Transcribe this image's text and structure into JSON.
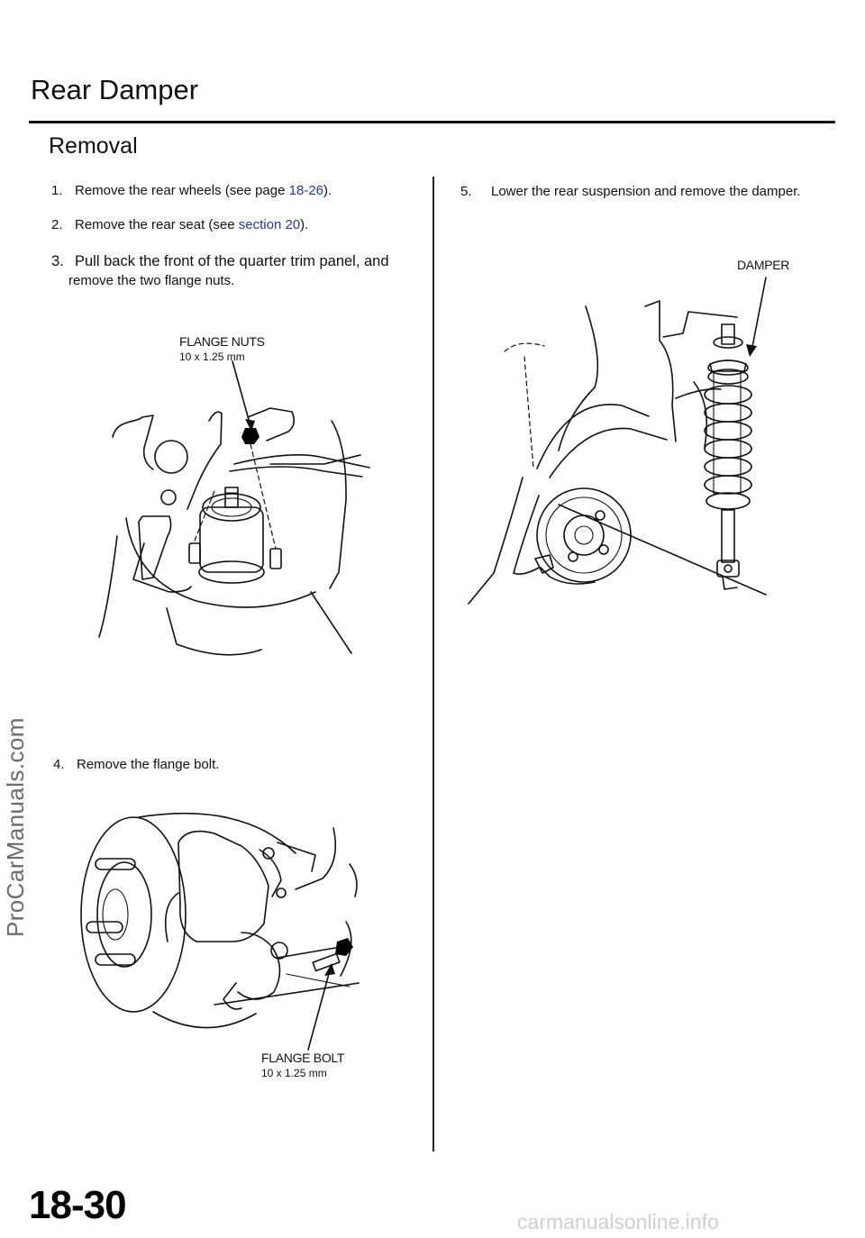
{
  "header": {
    "title": "Rear Damper",
    "subtitle": "Removal"
  },
  "steps": [
    {
      "num": "1.",
      "before": "Remove the rear wheels (see page ",
      "link": "18-26",
      "after": ")."
    },
    {
      "num": "2.",
      "before": "Remove the rear seat (see ",
      "link": "section 20",
      "after": ")."
    },
    {
      "num": "3.",
      "line1": "Pull back the front of the quarter trim panel, and",
      "line2": "remove the two flange nuts."
    },
    {
      "num": "4.",
      "text": "Remove the flange bolt."
    },
    {
      "num": "5.",
      "text": "Lower the rear suspension and remove the damper."
    }
  ],
  "figures": {
    "flange_nuts": {
      "label": "FLANGE NUTS",
      "spec": "10 x 1.25 mm"
    },
    "flange_bolt": {
      "label": "FLANGE BOLT",
      "spec": "10 x 1.25 mm"
    },
    "damper": {
      "label": "DAMPER"
    }
  },
  "watermark": "ProCarManuals.com",
  "page_number": "18-30",
  "footer_watermark": "carmanualsonline.info",
  "colors": {
    "link": "#2230c8",
    "text": "#111111"
  }
}
